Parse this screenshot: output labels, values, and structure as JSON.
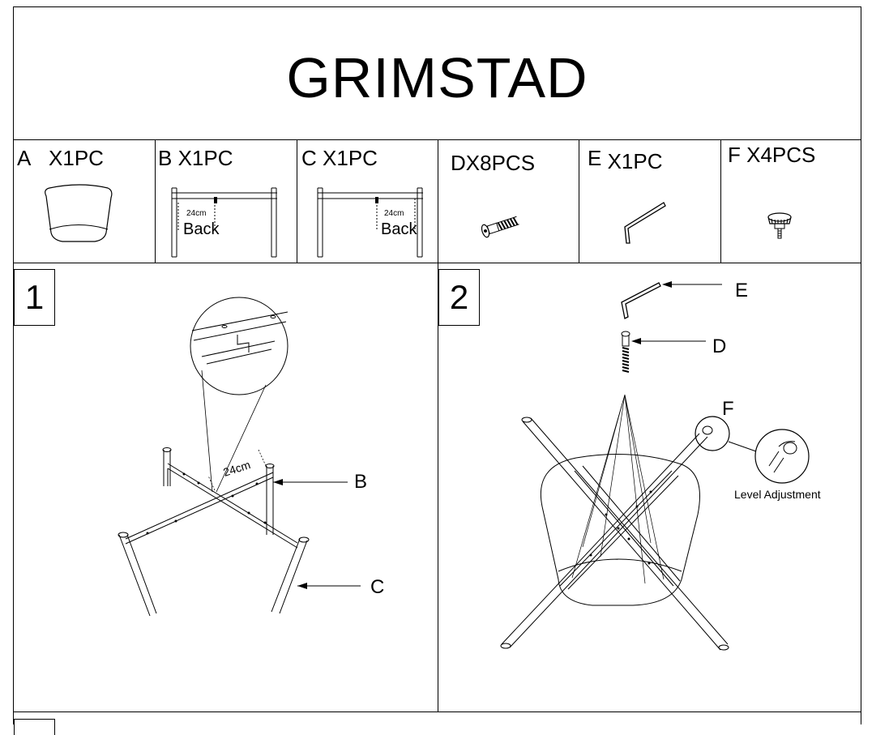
{
  "title": "GRIMSTAD",
  "parts": [
    {
      "letter": "A",
      "qty": "X1PC"
    },
    {
      "letter": "B",
      "qty": "X1PC",
      "back_label": "Back",
      "measure": "24cm"
    },
    {
      "letter": "C",
      "qty": "X1PC",
      "back_label": "Back",
      "measure": "24cm"
    },
    {
      "letter": "D",
      "qty": "X8PCS"
    },
    {
      "letter": "E",
      "qty": "X1PC"
    },
    {
      "letter": "F",
      "qty": "X4PCS"
    }
  ],
  "step1": {
    "number": "1",
    "measure": "24cm",
    "callouts": {
      "b": "B",
      "c": "C"
    }
  },
  "step2": {
    "number": "2",
    "callouts": {
      "e": "E",
      "d": "D",
      "f": "F"
    },
    "level_adjustment": "Level Adjustment"
  }
}
